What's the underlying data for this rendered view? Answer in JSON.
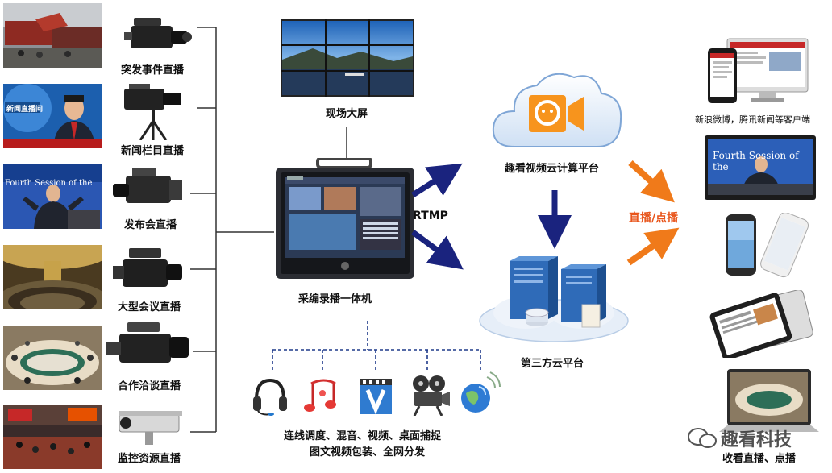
{
  "sources": [
    {
      "label": "突发事件直播",
      "photo": "accident-scene"
    },
    {
      "label": "新闻栏目直播",
      "photo": "news-anchor",
      "photo_text": "新闻直播间"
    },
    {
      "label": "发布会直播",
      "photo": "press-conference",
      "photo_text": "Fourth Session of the"
    },
    {
      "label": "大型会议直播",
      "photo": "assembly-hall"
    },
    {
      "label": "合作洽谈直播",
      "photo": "round-table-meeting"
    },
    {
      "label": "监控资源直播",
      "photo": "exhibition-crowd"
    }
  ],
  "center": {
    "video_wall_label": "现场大屏",
    "encoder_label": "采编录播一体机",
    "rtmp_label": "RTMP",
    "cloud_platform_label": "趣看视频云计算平台",
    "third_party_label": "第三方云平台",
    "live_vod_label": "直播/点播",
    "features_line1": "连线调度、混音、视频、桌面捕捉",
    "features_line2": "图文视频包装、全网分发",
    "feature_icons": [
      "headset-icon",
      "music-notes-icon",
      "video-file-icon",
      "film-projector-icon",
      "globe-icon"
    ]
  },
  "outputs": {
    "clients_label": "新浪微博，腾讯新闻等客户端",
    "watch_label": "收看直播、点播",
    "monitor_text": "Fourth Session of the"
  },
  "watermark": "趣看科技",
  "colors": {
    "blue_arrow": "#1a237e",
    "orange_arrow": "#f07a1a",
    "orange_text": "#e8541a",
    "cloud_orange": "#f7941d",
    "dashed_line": "#1f3a8a"
  }
}
